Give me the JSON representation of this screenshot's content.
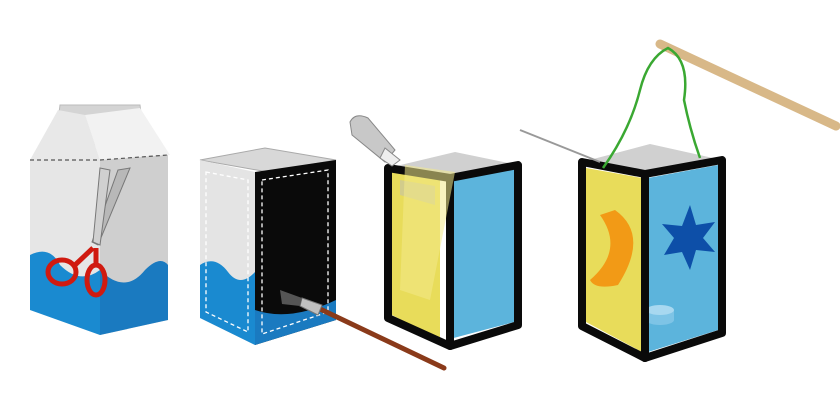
{
  "scene": {
    "steps": [
      {
        "id": "step-1",
        "subject": "milk-carton-cut-with-scissors"
      },
      {
        "id": "step-2",
        "subject": "carton-panels-painted-black"
      },
      {
        "id": "step-3",
        "subject": "glue-applied-colored-windows"
      },
      {
        "id": "step-4",
        "subject": "finished-lantern-on-stick"
      }
    ],
    "colors": {
      "carton_white": "#e6e6e6",
      "carton_shade": "#c8c8c8",
      "milk_blue": "#1a8ad0",
      "frame_black": "#0a0a0a",
      "pane_yellow": "#e8dc5a",
      "pane_blue": "#5cb4dc",
      "moon_orange": "#f29a16",
      "star_blue": "#0d4fa8",
      "string_green": "#3aa832",
      "stick_wood": "#d8b888",
      "brush_handle": "#8a3a1a",
      "scissor_red": "#d01a10"
    },
    "icons": [
      "scissors-icon",
      "paintbrush-icon",
      "glue-tube-icon",
      "needle-icon",
      "moon-icon",
      "star-icon",
      "candle-icon"
    ]
  }
}
